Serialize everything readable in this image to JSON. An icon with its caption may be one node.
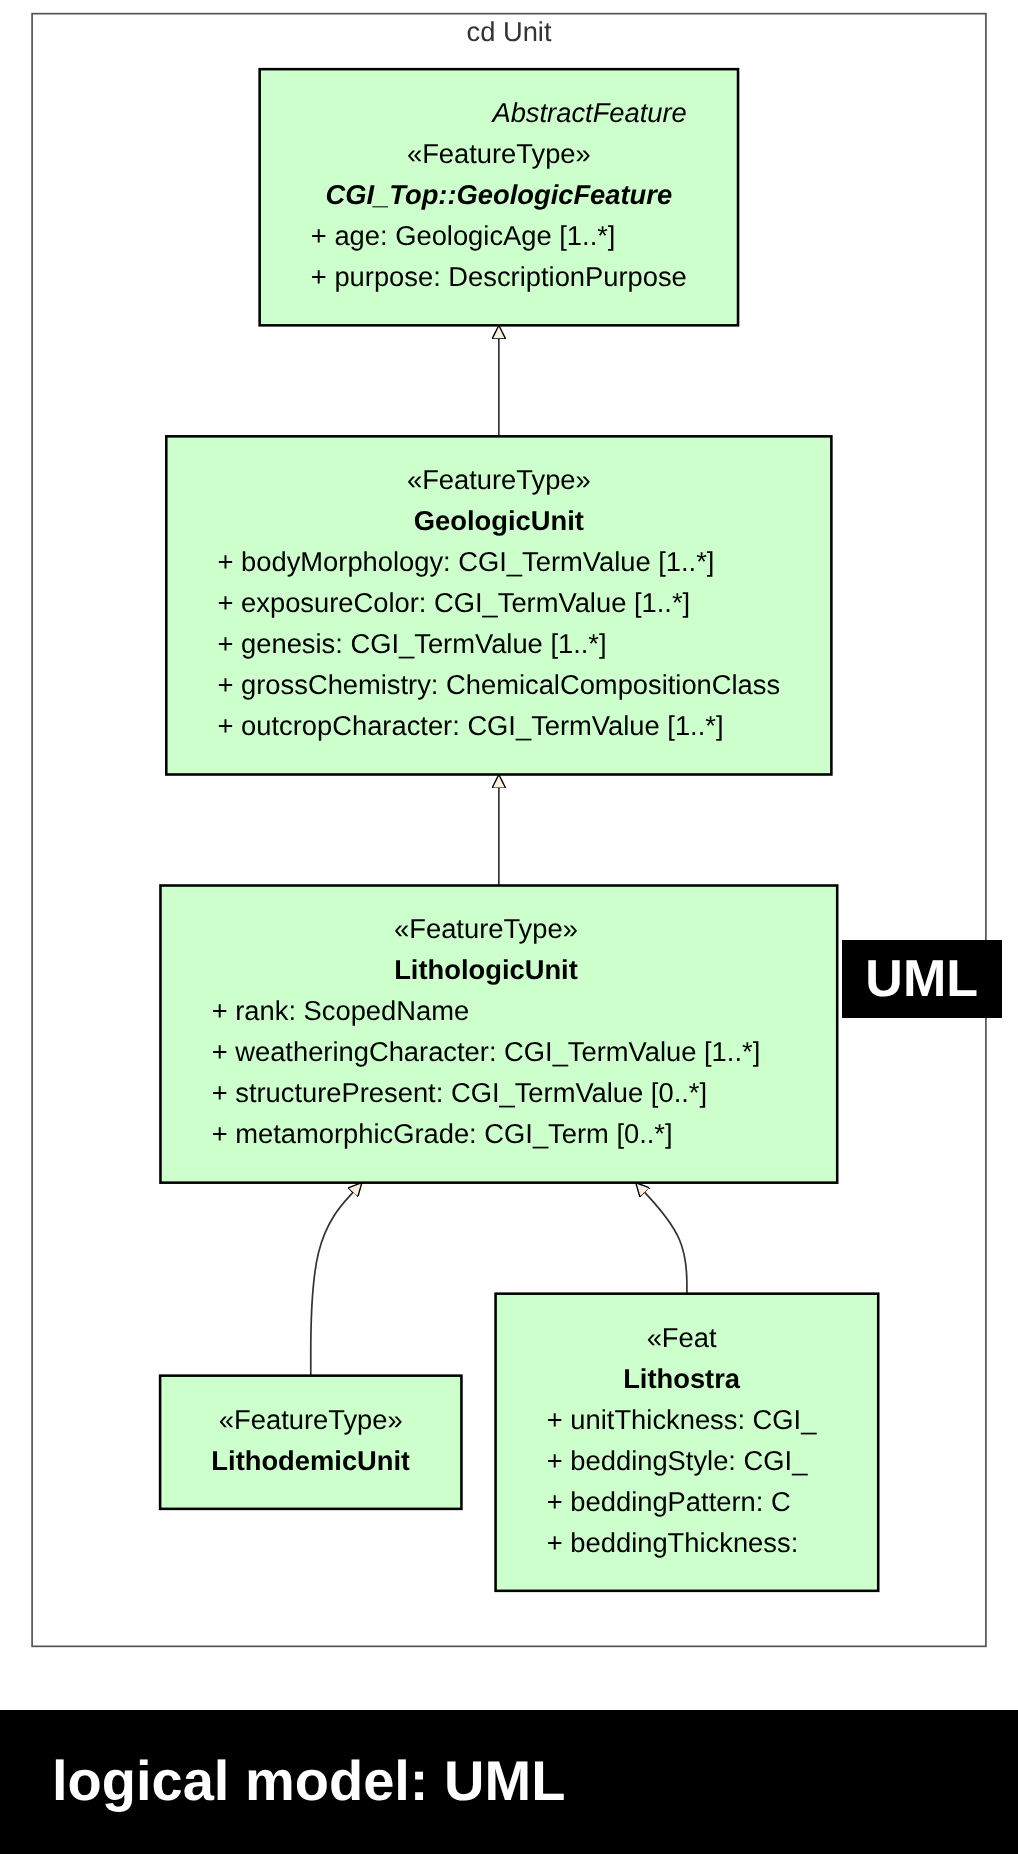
{
  "diagram": {
    "caption": "logical model: UML",
    "nodes": [
      {
        "text": [
          "cd Unit"
        ]
      },
      {
        "text": [
          "AbstractFeature",
          "«FeatureType»",
          "CGI_Top::GeologicFeature",
          "+ age: GeologicAge [1..*]",
          "+ purpose: DescriptionPurpose"
        ],
        "in": 0
      },
      {
        "text": [
          "«FeatureType»",
          "GeologicUnit",
          "+ bodyMorphology: CGI_TermValue [1..*]",
          "+ exposureColor: CGI_TermValue [1..*]",
          "+ genesis: CGI_TermValue [1..*]",
          "+ grossChemistry: ChemicalCompositionClass",
          "+ outcropCharacter: CGI_TermValue [1..*]"
        ],
        "in": 0
      },
      {
        "text": [
          "«FeatureType»",
          "LithologicUnit",
          "+ rank: ScopedName",
          "+ weatheringCharacter: CGI_TermValue [1..*]",
          "+ structurePresent: CGI_TermValue [0..*]",
          "+ metamorphicGrade: CGI_Term [0..*]"
        ],
        "in": 0
      },
      {
        "text": [
          "«FeatureType»",
          "LithodemicUnit"
        ],
        "in": 0
      },
      {
        "text": [
          "«Feat",
          "Lithostra",
          "+ unitThickness: CGI_",
          "+ beddingStyle: CGI_",
          "+ beddingPattern: C",
          "+ beddingThickness:"
        ],
        "in": 0
      }
    ],
    "edges": [
      {
        "from": 2,
        "to": 1,
        "arrow": "to"
      },
      {
        "from": 3,
        "to": 2,
        "arrow": "to"
      },
      {
        "from": 4,
        "to": 3,
        "arrow": "to"
      },
      {
        "from": 5,
        "to": 3,
        "arrow": "to"
      }
    ],
    "labels": [
      "UML"
    ]
  }
}
